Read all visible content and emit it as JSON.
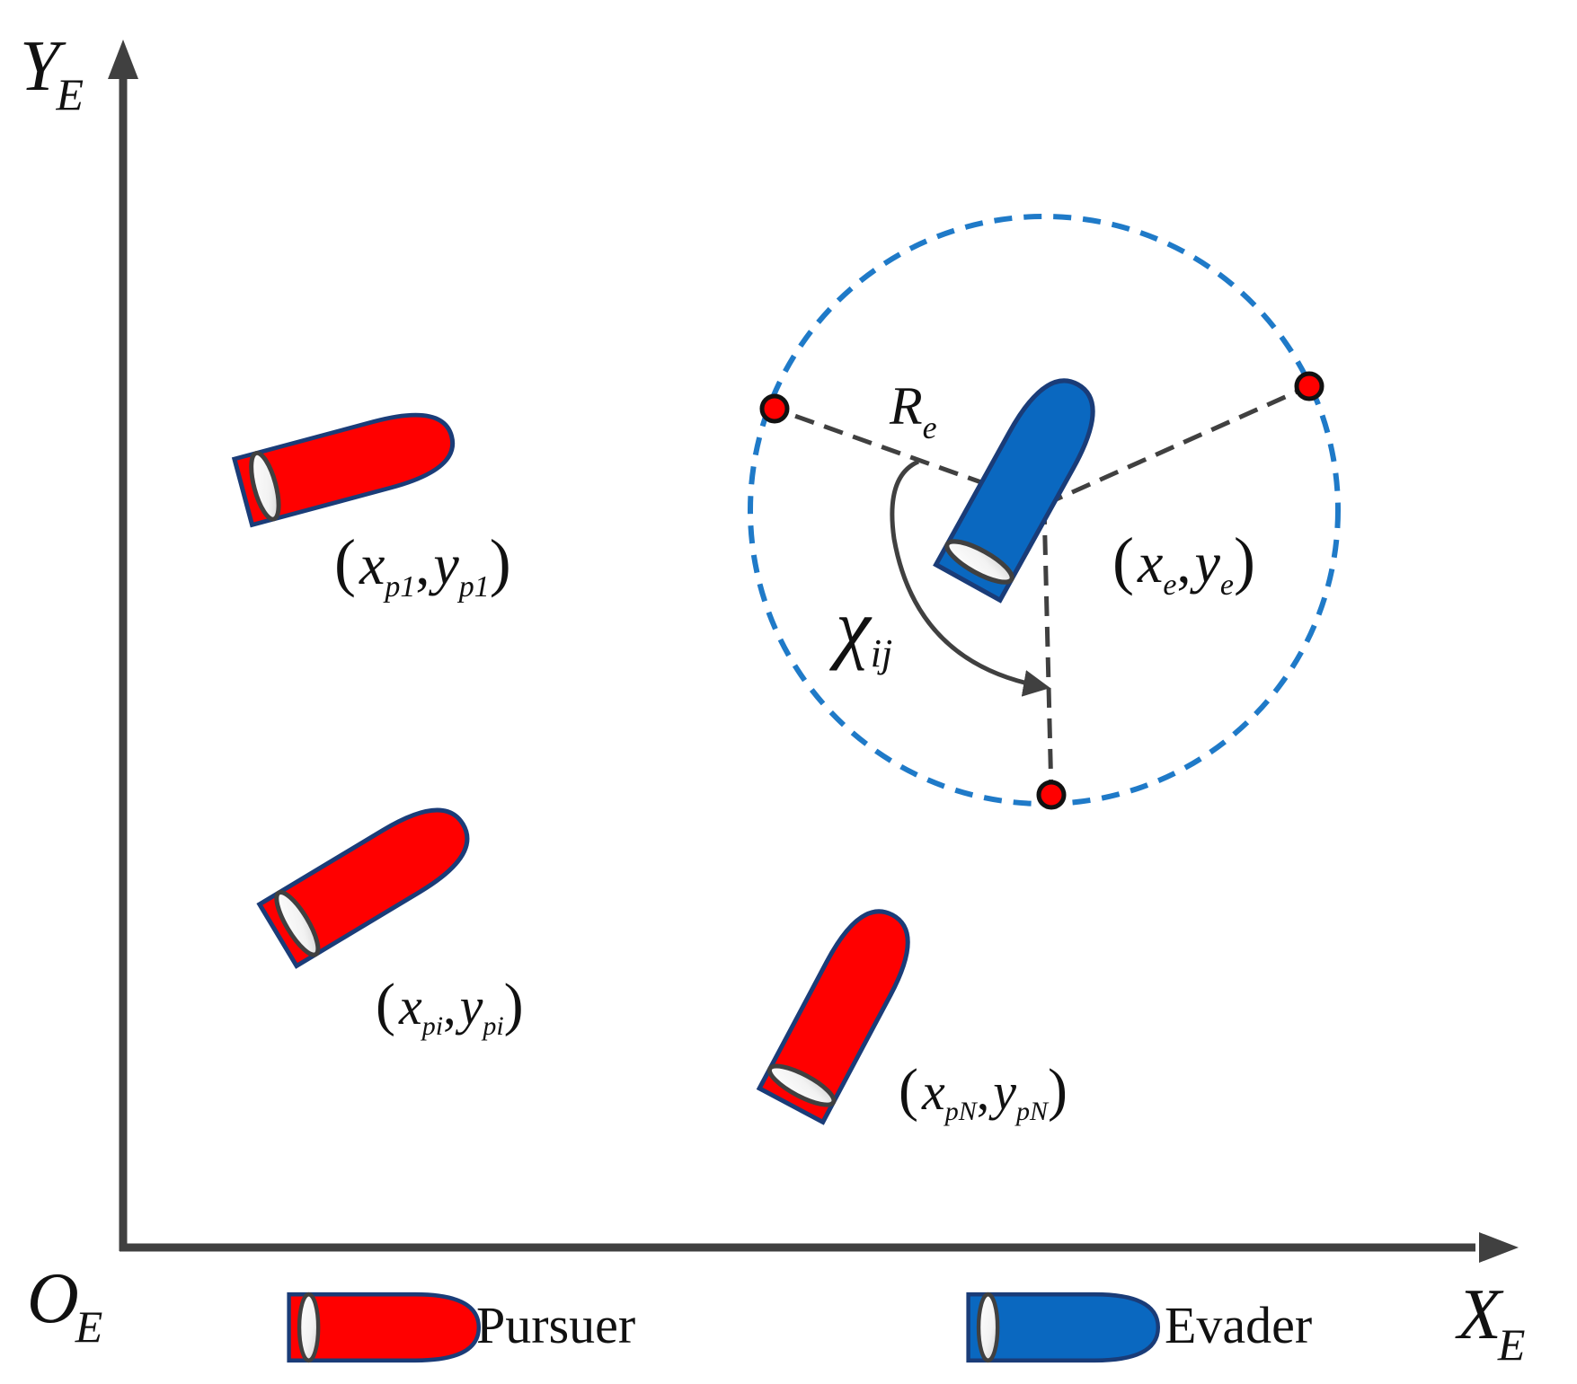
{
  "axes": {
    "y_label": "Y",
    "y_sub": "E",
    "x_label": "X",
    "x_sub": "E",
    "origin_label": "O",
    "origin_sub": "E"
  },
  "pursuers": [
    {
      "x": "x",
      "x_sub": "p1",
      "y": "y",
      "y_sub": "p1"
    },
    {
      "x": "x",
      "x_sub": "pi",
      "y": "y",
      "y_sub": "pi"
    },
    {
      "x": "x",
      "x_sub": "pN",
      "y": "y",
      "y_sub": "pN"
    }
  ],
  "evader": {
    "x": "x",
    "x_sub": "e",
    "y": "y",
    "y_sub": "e"
  },
  "radius_label": "R",
  "radius_sub": "e",
  "angle_label": "χ",
  "angle_sub": "ij",
  "punct": {
    "open": "(",
    "comma": ",",
    "close": ")"
  },
  "legend": {
    "pursuer": "Pursuer",
    "evader": "Evader"
  },
  "colors": {
    "pursuer_fill": "#ff0000",
    "evader_fill": "#0a68c0",
    "outline": "#1a3c78",
    "axis": "#404040",
    "circle": "#1f7ac8",
    "point_fill": "#ff0000"
  }
}
